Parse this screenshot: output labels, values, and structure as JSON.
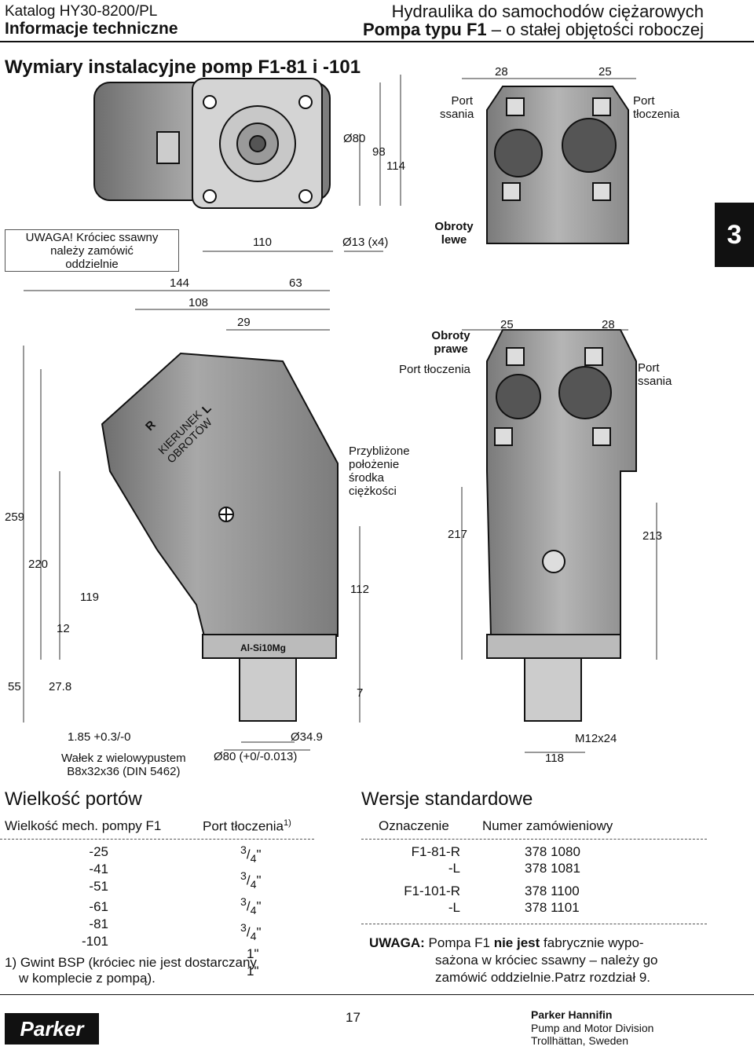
{
  "header": {
    "catalog": "Katalog HY30-8200/PL",
    "section": "Informacje techniczne",
    "title": "Hydraulika do samochodów ciężarowych",
    "subtitle_bold": "Pompa typu F1",
    "subtitle_rest": " – o stałej objętości roboczej"
  },
  "tab_number": "3",
  "drawing": {
    "title": "Wymiary instalacyjne pomp F1-81 i -101",
    "warning": [
      "UWAGA! Króciec ssawny",
      "należy zamówić",
      "oddzielnie"
    ],
    "top_view": {
      "dims": {
        "d80": "Ø80",
        "d98": "98",
        "d114": "114",
        "d110": "110",
        "d13": "Ø13 (x4)"
      },
      "right": {
        "d28": "28",
        "d25": "25",
        "port_suction": [
          "Port",
          "ssania"
        ],
        "port_pressure": [
          "Port",
          "tłoczenia"
        ],
        "rotation": [
          "Obroty",
          "lewe"
        ]
      }
    },
    "side_view": {
      "dims": {
        "d144": "144",
        "d108": "108",
        "d63": "63",
        "d29": "29",
        "d259": "259",
        "d220": "220",
        "d119": "119",
        "d112": "112",
        "d12": "12",
        "d55": "55",
        "d27_8": "27.8",
        "d7": "7",
        "tol": "1.85 +0.3/-0",
        "d34_9": "Ø34.9",
        "d80tol": "Ø80 (+0/-0.013)"
      },
      "shaft": [
        "Wałek z wielowypustem",
        "B8x32x36 (DIN 5462)"
      ],
      "cg": [
        "Przybliżone",
        "położenie",
        "środka",
        "ciężkości"
      ],
      "direction": [
        "KIERUNEK",
        "OBROTÓW"
      ],
      "r": "R",
      "l": "L",
      "material": "Al-Si10Mg"
    },
    "right_view": {
      "rotation": [
        "Obroty",
        "prawe"
      ],
      "port_pressure": "Port tłoczenia",
      "port_suction": [
        "Port",
        "ssania"
      ],
      "d25": "25",
      "d28": "28",
      "d217": "217",
      "d213": "213",
      "d118": "118",
      "m12": "M12x24"
    }
  },
  "ports": {
    "title": "Wielkość portów",
    "col1": "Wielkość mech. pompy F1",
    "col2": "Port tłoczenia",
    "col2_sup": "1)",
    "rows": [
      {
        "size": "-25",
        "num": "3",
        "den": "4",
        "suffix": "\""
      },
      {
        "size": "-41",
        "num": "3",
        "den": "4",
        "suffix": "\""
      },
      {
        "size": "-51",
        "num": "3",
        "den": "4",
        "suffix": "\""
      },
      {
        "size": "-61",
        "num": "3",
        "den": "4",
        "suffix": "\""
      },
      {
        "size": "-81",
        "plain": "1\""
      },
      {
        "size": "-101",
        "plain": "1\""
      }
    ],
    "footnote": [
      "1) Gwint BSP (króciec nie jest dostarczany",
      "w komplecie z pompą)."
    ]
  },
  "versions": {
    "title": "Wersje standardowe",
    "col1": "Oznaczenie",
    "col2": "Numer zamówieniowy",
    "rows": [
      {
        "code": "F1-81-R",
        "number": "378 1080"
      },
      {
        "code": "-L",
        "number": "378 1081"
      },
      {
        "code": "F1-101-R",
        "number": "378 1100"
      },
      {
        "code": "-L",
        "number": "378 1101"
      }
    ],
    "note_label": "UWAGA:",
    "note_1": " Pompa F1 ",
    "note_bold": "nie jest",
    "note_2": " fabrycznie wypo-",
    "note_3": "sażona w króciec ssawny – należy go",
    "note_4": "zamówić oddzielnie.Patrz rozdział 9."
  },
  "footer": {
    "page": "17",
    "company": "Parker Hannifin",
    "division": "Pump and Motor Division",
    "location": "Trollhättan, Sweden",
    "logo": "Parker"
  }
}
